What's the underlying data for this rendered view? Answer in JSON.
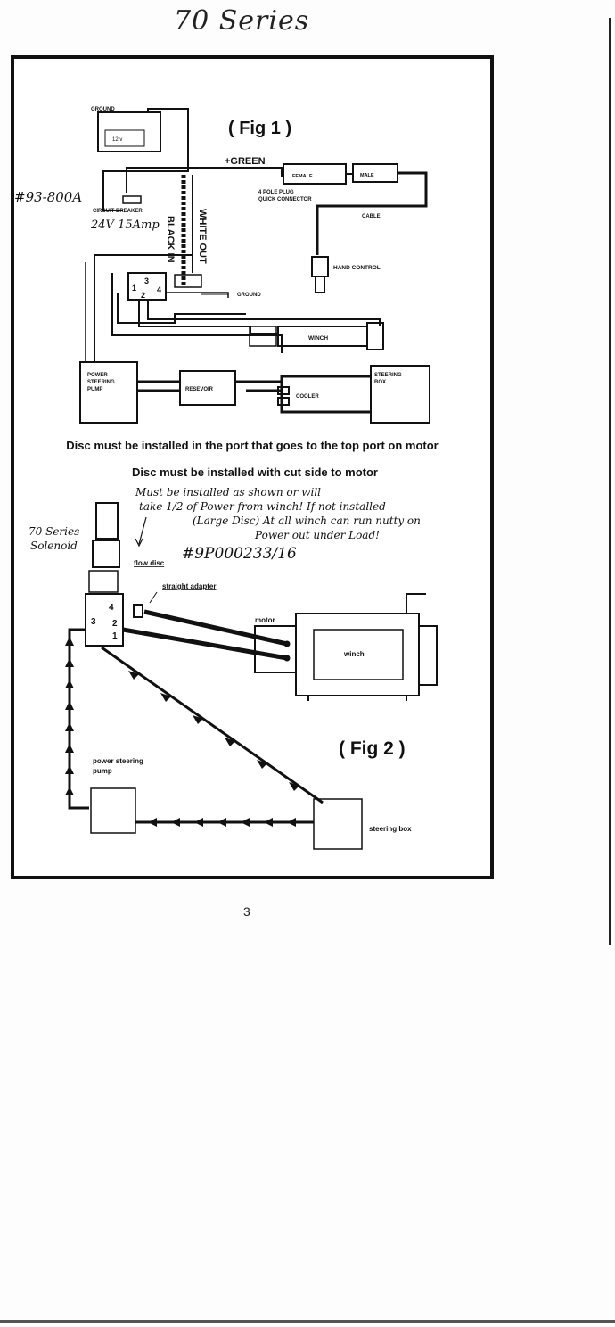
{
  "page": {
    "title": "70 Series",
    "page_number": "3"
  },
  "fig1": {
    "title": "( Fig 1 )",
    "ground_top": "GROUND",
    "battery": "12 v",
    "green": "+GREEN",
    "female": "FEMALE",
    "male": "MALE",
    "plug": "4 POLE PLUG",
    "quick_connector": "QUICK CONNECTOR",
    "cable": "CABLE",
    "hand_control": "HAND CONTROL",
    "handwritten_breaker": "#93-800A",
    "circuit_breaker": "CIRCUIT BREAKER",
    "handwritten_rating": "24V 15Amp",
    "black_in": "BLACK IN",
    "white_out": "WHITE OUT",
    "ground_mid": "GROUND",
    "solenoid_ports": [
      "1",
      "2",
      "3",
      "4"
    ],
    "winch": "WINCH",
    "pump": [
      "POWER",
      "STEERING",
      "PUMP"
    ],
    "reservoir": "RESEVOIR",
    "cooler": "COOLER",
    "steering_box": [
      "STEERING",
      "BOX"
    ]
  },
  "notes": {
    "line1": "Disc must be installed in the port that goes to the top port on motor",
    "line2": "Disc must be installed with cut side to motor",
    "handwritten": [
      "Must be installed as shown or will",
      "take 1/2 of Power from winch! If not installed",
      "(Large Disc)  At all winch can run nutty on",
      "Power out under Load!"
    ],
    "part_number": "#9P000233/16"
  },
  "fig2": {
    "title": "( Fig 2 )",
    "solenoid_label": [
      "70 Series",
      "Solenoid"
    ],
    "flow_disc": "flow disc",
    "straight_adapter": "straight adapter",
    "motor": "motor",
    "winch": "winch",
    "pump": [
      "power steering",
      "pump"
    ],
    "steering_box": "steering box",
    "ports": [
      "1",
      "2",
      "3",
      "4"
    ]
  }
}
